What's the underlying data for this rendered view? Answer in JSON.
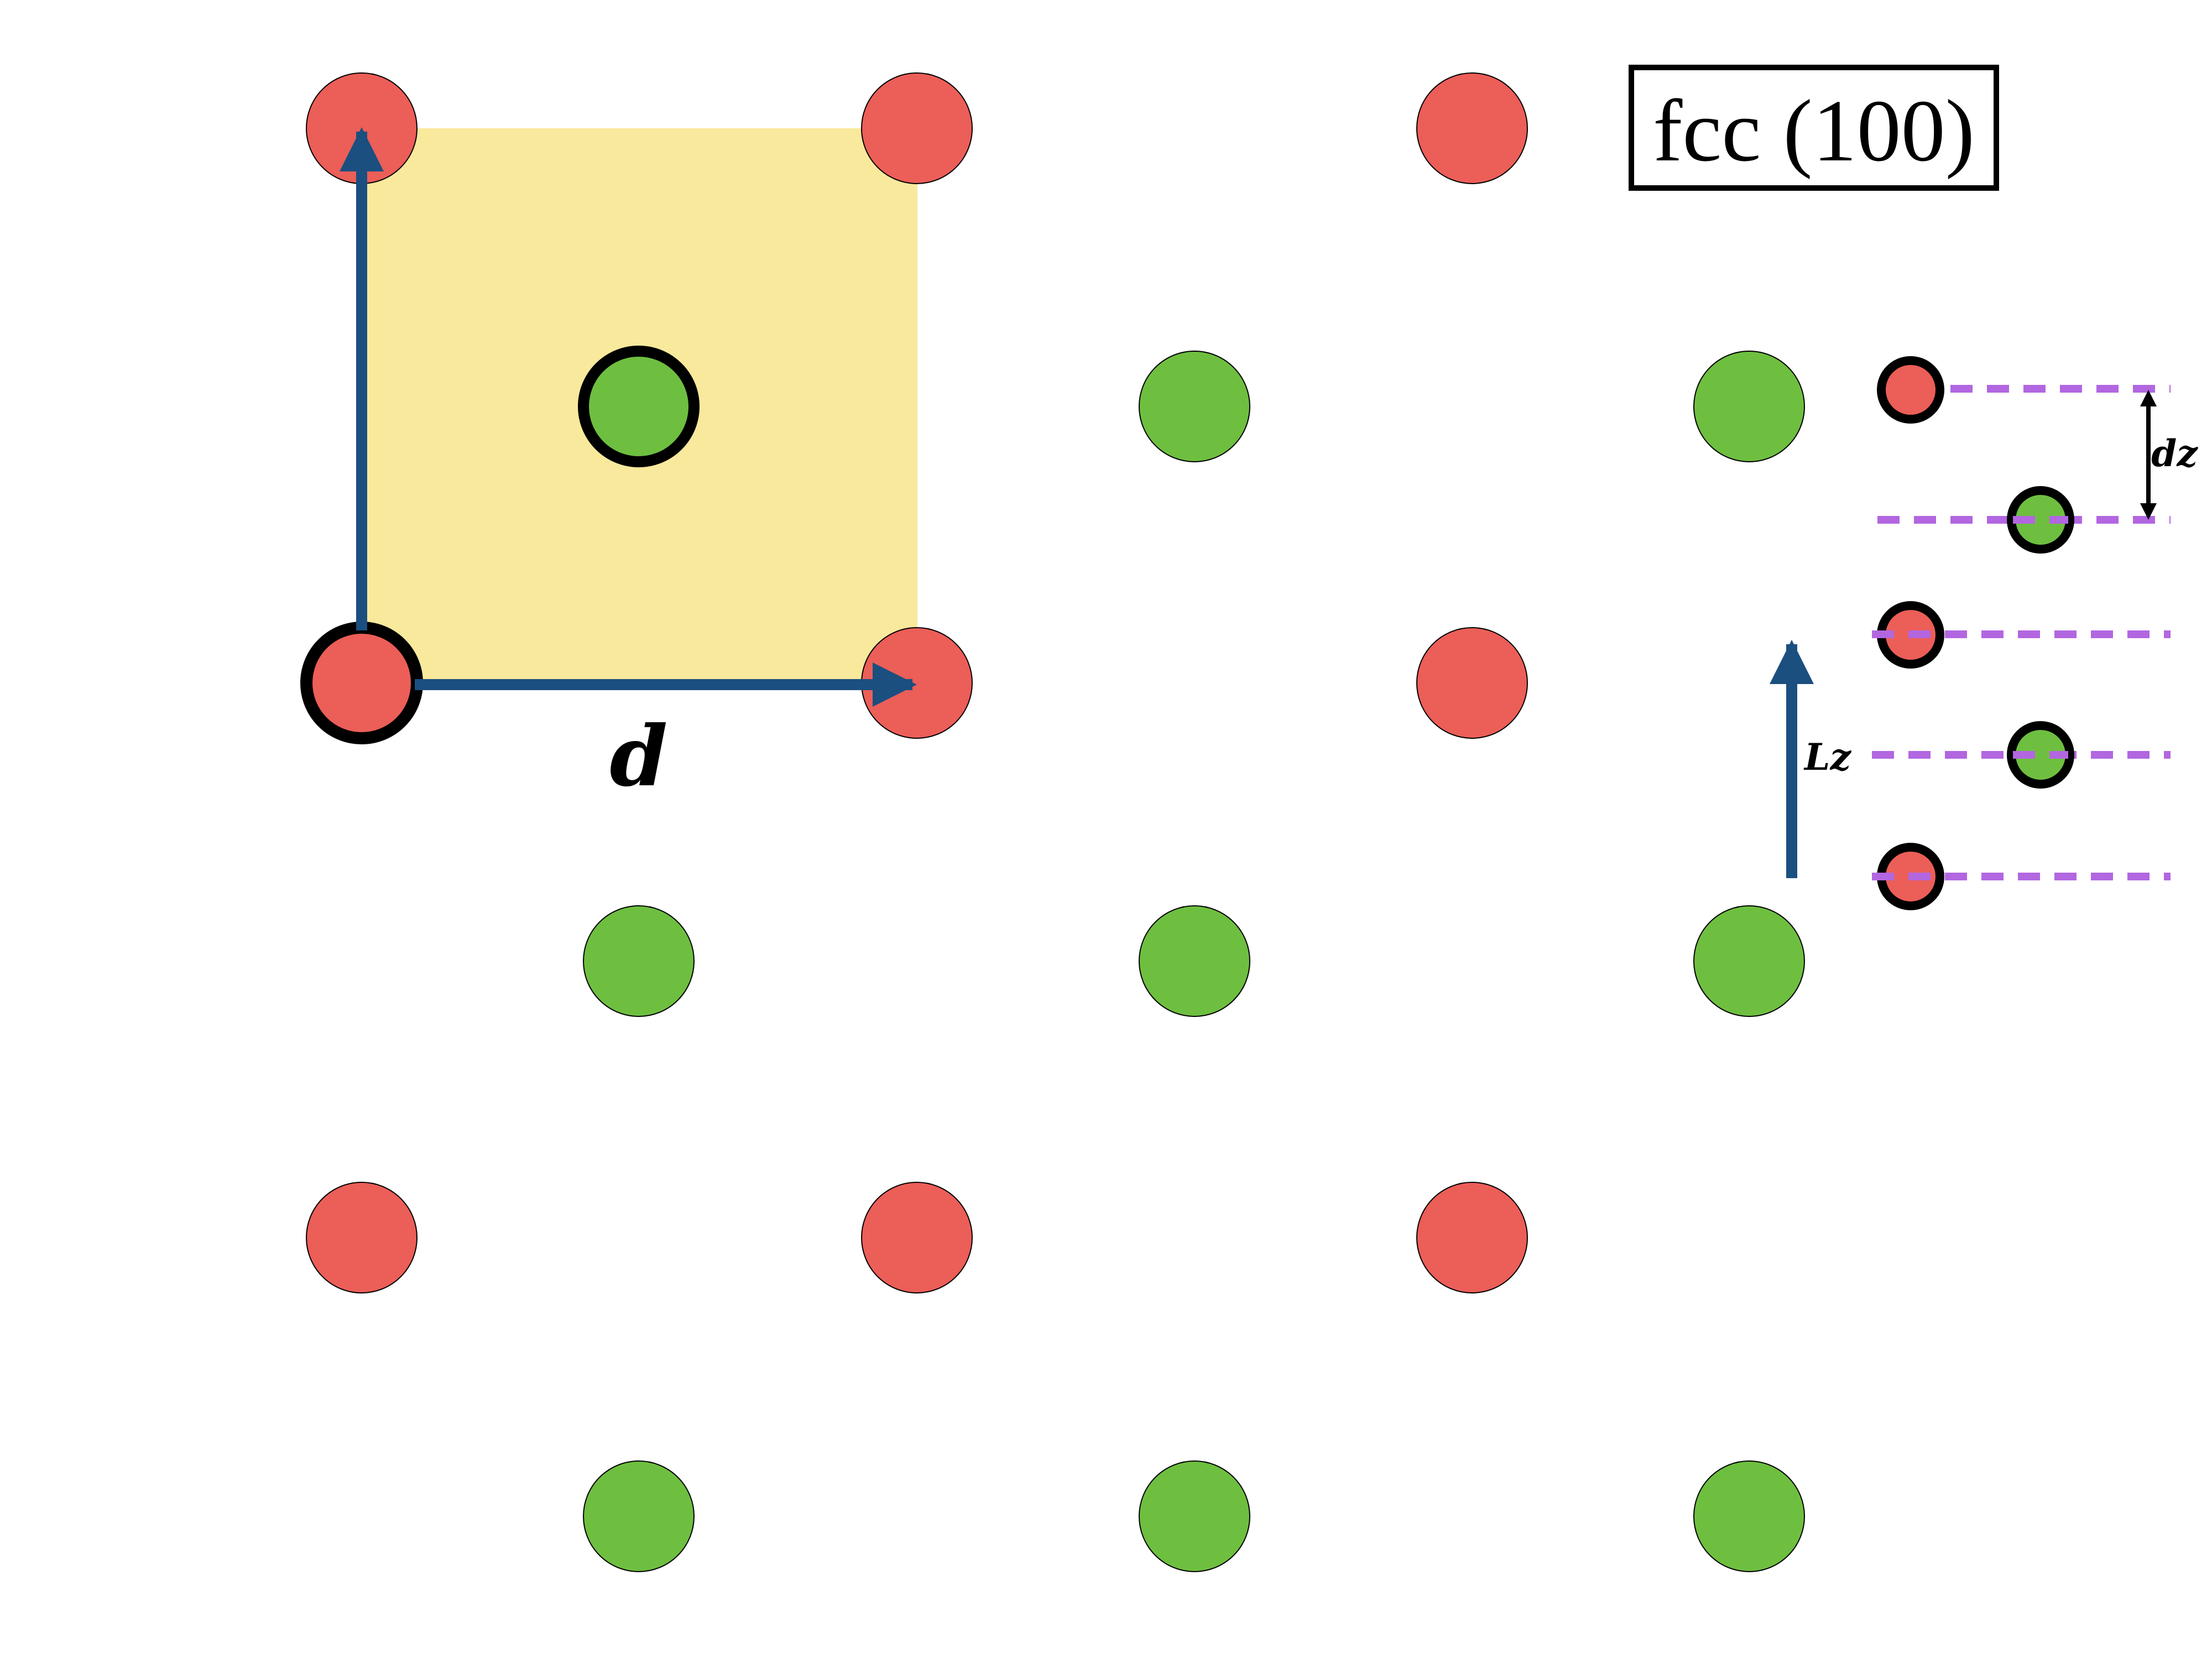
{
  "title": "fcc (100)",
  "labels": {
    "lattice_vector": "d",
    "interlayer_spacing": "dz",
    "stack_height": "Lz"
  },
  "colors": {
    "atom_corner": "#ec5e58",
    "atom_center": "#6ebf40",
    "unit_cell": "#f9e99c",
    "arrow": "#1a4f80",
    "layer_line": "#b266e0",
    "outline": "#000000"
  }
}
